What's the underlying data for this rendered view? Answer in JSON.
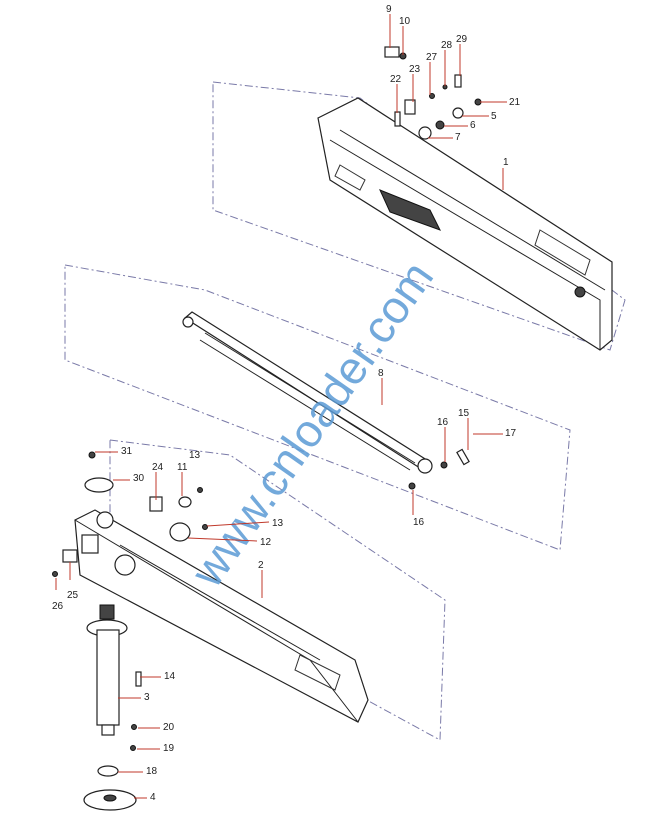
{
  "diagram": {
    "watermark": "www.cnloader.com",
    "part_labels": [
      "9",
      "10",
      "29",
      "28",
      "27",
      "23",
      "22",
      "21",
      "5",
      "6",
      "7",
      "1",
      "8",
      "15",
      "16",
      "17",
      "16",
      "31",
      "24",
      "11",
      "13",
      "30",
      "13",
      "12",
      "2",
      "26",
      "25",
      "14",
      "3",
      "20",
      "19",
      "18",
      "4"
    ],
    "leader_color": "#c0392b",
    "outline_color": "#7a7aa8",
    "watermark_color": "#5b9bd5"
  }
}
